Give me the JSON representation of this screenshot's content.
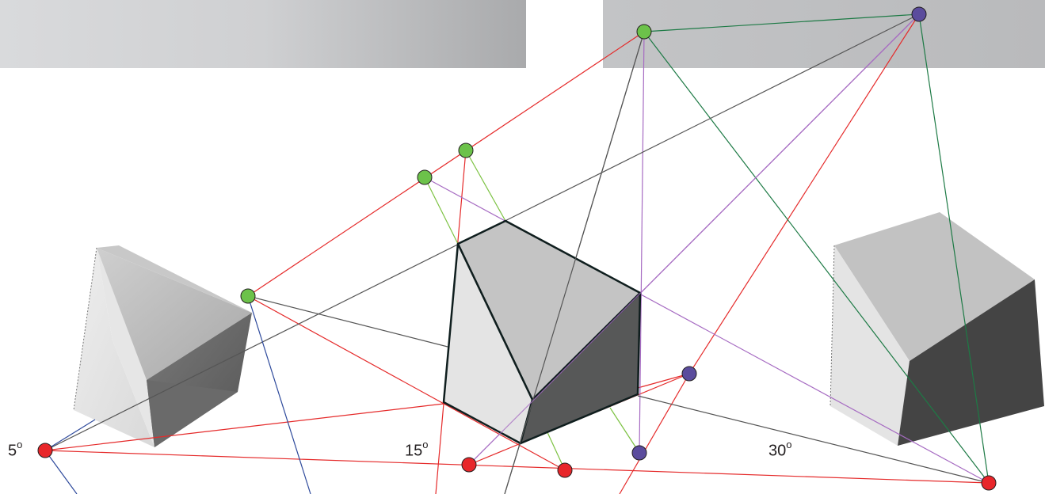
{
  "labels": {
    "angle_5": "5",
    "angle_15": "15",
    "angle_30": "30",
    "degree_mark": "o"
  },
  "colors": {
    "red": "#e8262a",
    "green": "#6cc24a",
    "purple": "#5b4c9d",
    "line_red": "#e52a2a",
    "line_green": "#7cc242",
    "line_darkgreen": "#1d7a45",
    "line_purple": "#a66bc2",
    "line_gray": "#555555",
    "line_blue": "#2e4a9c"
  }
}
